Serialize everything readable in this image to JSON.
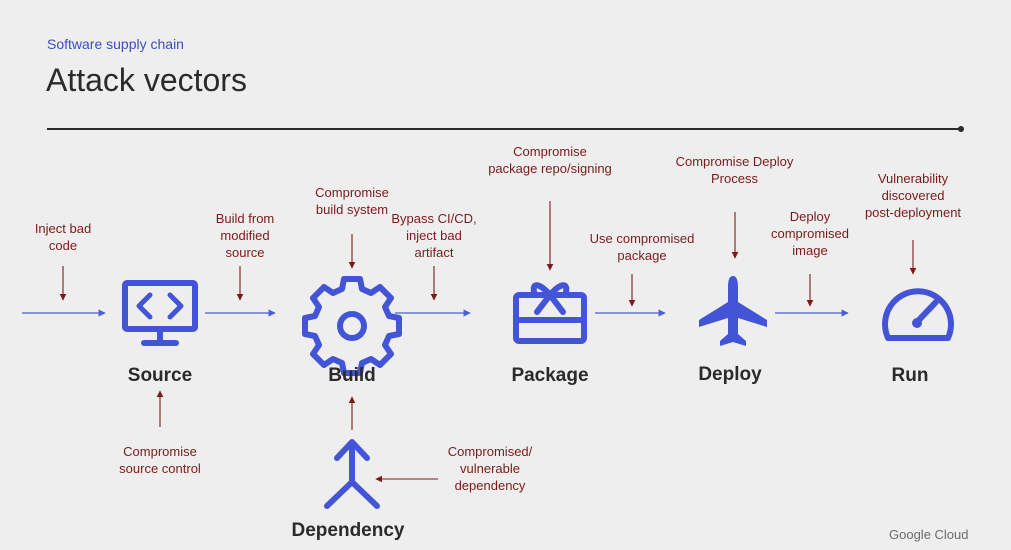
{
  "header": {
    "eyebrow": "Software supply chain",
    "title": "Attack vectors"
  },
  "stages": {
    "source": "Source",
    "build": "Build",
    "package": "Package",
    "deploy": "Deploy",
    "run": "Run",
    "dependency": "Dependency"
  },
  "threats": {
    "inject_bad_code": "Inject bad\ncode",
    "build_from_modified_source": "Build from\nmodified\nsource",
    "compromise_build_system": "Compromise\nbuild system",
    "bypass_cicd": "Bypass CI/CD,\ninject bad\nartifact",
    "compromise_package_repo": "Compromise\npackage repo/signing",
    "use_compromised_package": "Use compromised\npackage",
    "compromise_deploy_process": "Compromise Deploy\nProcess",
    "deploy_compromised_image": "Deploy\ncompromised\nimage",
    "vulnerability_post_deploy": "Vulnerability\ndiscovered\npost-deployment",
    "compromise_source_control": "Compromise\nsource control",
    "compromised_dependency": "Compromised/\nvulnerable\ndependency"
  },
  "footer": {
    "brand": "Google Cloud"
  },
  "colors": {
    "flow": "#4a5fd6",
    "threat": "#7a1b1b",
    "icon": "#4355d6"
  }
}
